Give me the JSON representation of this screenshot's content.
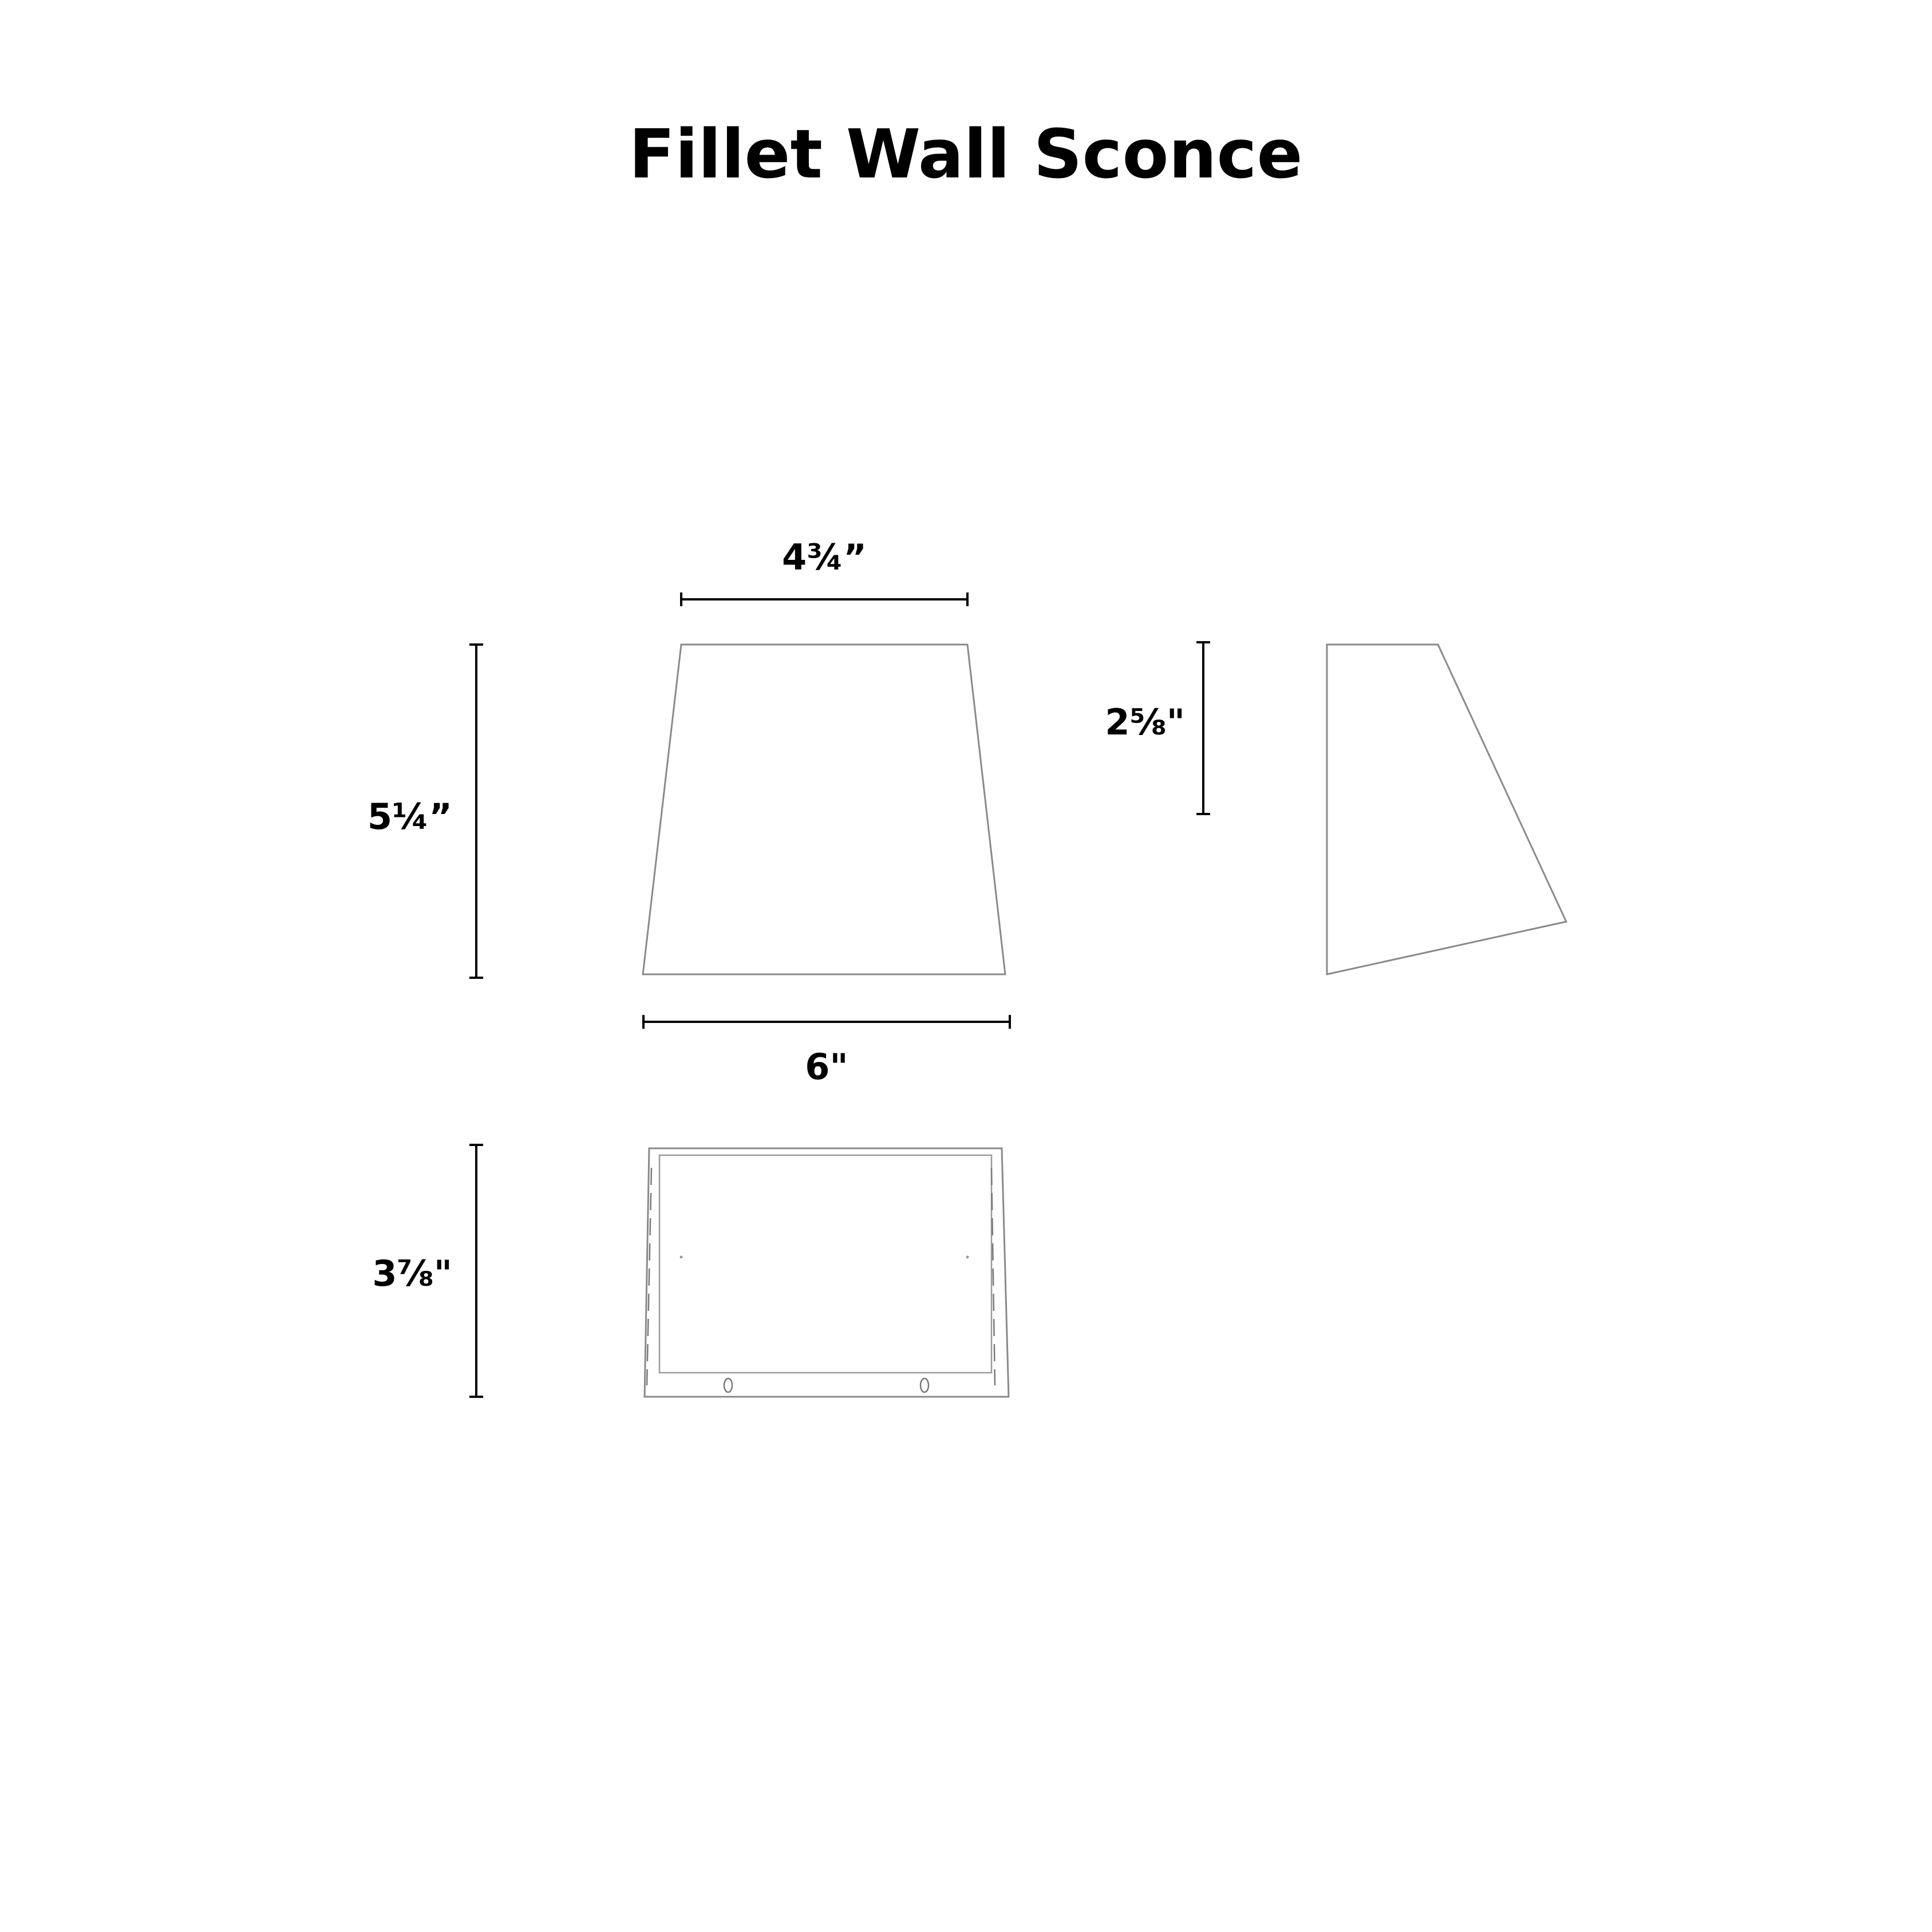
{
  "title": "Fillet Wall Sconce",
  "dimensions": {
    "front_top_width": "4¾”",
    "front_height": "5¼”",
    "front_bottom_width": "6\"",
    "side_depth": "2⅝\"",
    "bottom_view_depth": "3⅞\""
  },
  "colors": {
    "text": "#000000",
    "outline": "#8a8a8a",
    "background": "#ffffff"
  }
}
